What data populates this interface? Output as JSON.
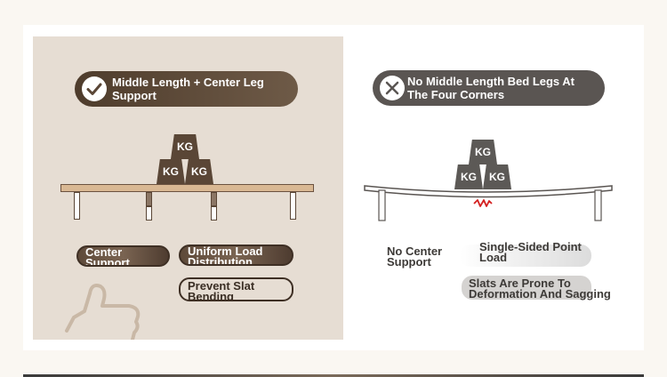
{
  "left": {
    "headline": "Middle Length + Center Leg Support",
    "weight_label": "KG",
    "benefits": [
      "Center Support Available",
      "Uniform Load Distribution",
      "Prevent Slat Bending"
    ]
  },
  "right": {
    "headline": "No Middle Length Bed Legs At The Four Corners",
    "weight_label": "KG",
    "issues": [
      "No Center Support",
      "Single-Sided Point Load",
      "Slats Are Prone To Deformation And Sagging"
    ]
  },
  "colors": {
    "left_panel_bg": "#e6ddd3",
    "accent_brown": "#5a4636",
    "neutral_gray": "#5a5552",
    "stress_red": "#d42020"
  },
  "icons": {
    "good": "check-circle-icon",
    "bad": "x-circle-icon",
    "hand": "thumbs-up-icon",
    "stress": "zigzag-stress-icon"
  }
}
